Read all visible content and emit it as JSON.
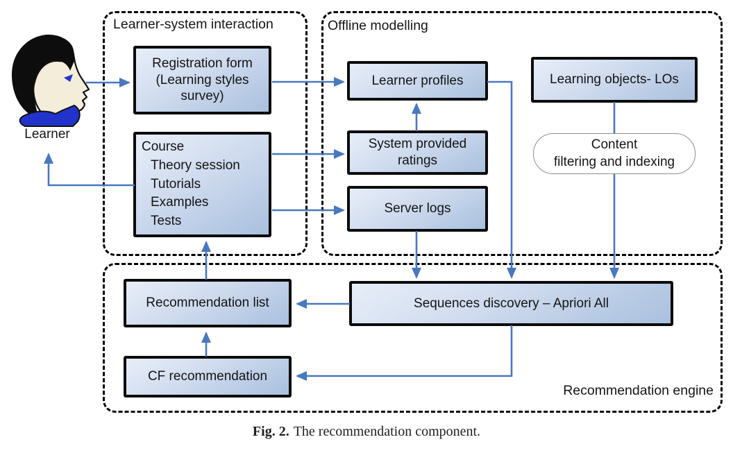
{
  "figure": {
    "caption_label": "Fig. 2.",
    "caption_text": "The recommendation component."
  },
  "learner": {
    "label": "Learner",
    "icon": "person-profile-icon"
  },
  "groups": {
    "interaction": {
      "label": "Learner-system interaction"
    },
    "offline": {
      "label": "Offline modelling"
    },
    "engine": {
      "label": "Recommendation engine"
    }
  },
  "nodes": {
    "registration_form": {
      "label": "Registration form (Learning styles survey)",
      "lines": [
        "Registration form",
        "(Learning styles",
        "survey)"
      ]
    },
    "course": {
      "title": "Course",
      "items": [
        "Theory session",
        "Tutorials",
        "Examples",
        "Tests"
      ]
    },
    "learner_profiles": {
      "label": "Learner profiles"
    },
    "system_ratings": {
      "label": "System provided ratings",
      "lines": [
        "System provided",
        "ratings"
      ]
    },
    "server_logs": {
      "label": "Server logs"
    },
    "learning_objects": {
      "label": "Learning objects- LOs"
    },
    "content_filtering": {
      "label": "Content filtering and indexing",
      "lines": [
        "Content",
        "filtering and indexing"
      ]
    },
    "recommendation_list": {
      "label": "Recommendation list"
    },
    "sequences_discovery": {
      "label": "Sequences discovery – Apriori All"
    },
    "cf_recommendation": {
      "label": "CF recommendation"
    }
  },
  "colors": {
    "arrow_blue": "#4878c0",
    "box_fill_light": "#e7eef8",
    "box_fill_dark": "#a9c0de",
    "box_border": "#0b0b0b",
    "collar_blue": "#2233cc",
    "face_cream": "#f3edda"
  }
}
